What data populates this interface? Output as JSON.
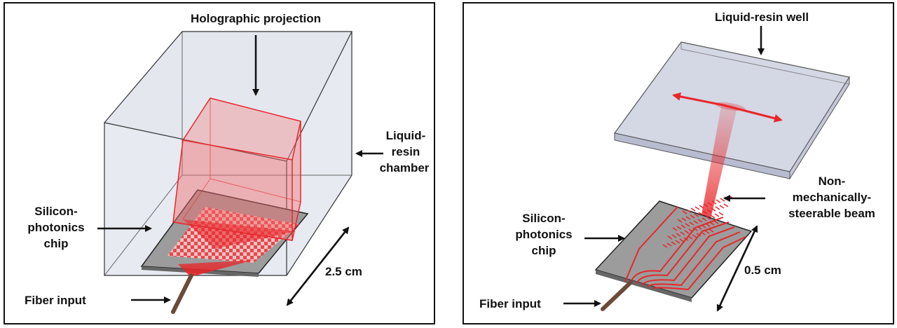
{
  "left_panel": {
    "label_holographic": "Holographic projection",
    "label_chamber": [
      "Liquid-",
      "resin",
      "chamber"
    ],
    "label_chip": [
      "Silicon-",
      "photonics",
      "chip"
    ],
    "label_fiber": "Fiber input",
    "label_size": "2.5 cm"
  },
  "right_panel": {
    "label_well": "Liquid-resin well",
    "label_beam": [
      "Non-",
      "mechanically-",
      "steerable beam"
    ],
    "label_chip": [
      "Silicon-",
      "photonics",
      "chip"
    ],
    "label_fiber": "Fiber input",
    "label_size": "0.5 cm"
  },
  "colors": {
    "beam_red": "#e8262a",
    "chamber_fill": "#d6d9e6",
    "chip_gray": "#9c9c9c"
  }
}
